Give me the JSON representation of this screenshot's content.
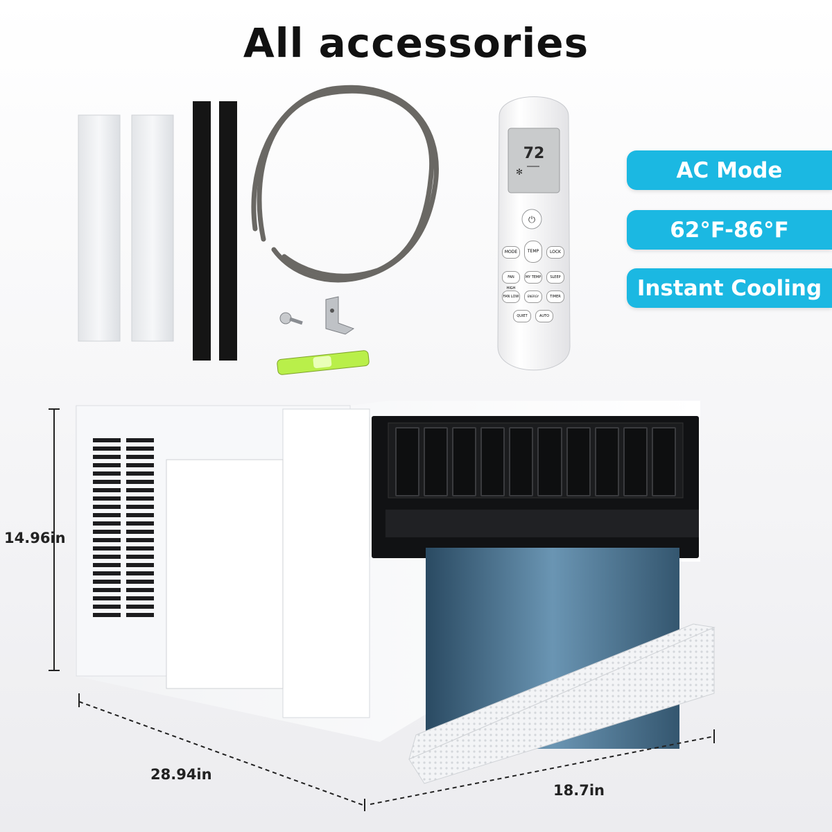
{
  "title": "All accessories",
  "features": [
    "AC Mode",
    "62°F-86°F",
    "Instant Cooling"
  ],
  "dimensions": {
    "height": "14.96in",
    "depth": "28.94in",
    "width": "18.7in"
  },
  "remote": {
    "display_temp": "72",
    "buttons": [
      "MODE",
      "TEMP",
      "LOCK",
      "FAN HIGH",
      "MY TEMP",
      "SLEEP",
      "FAN LOW",
      "ENERGY SAVER",
      "TIMER",
      "QUIET",
      "AUTO"
    ]
  }
}
